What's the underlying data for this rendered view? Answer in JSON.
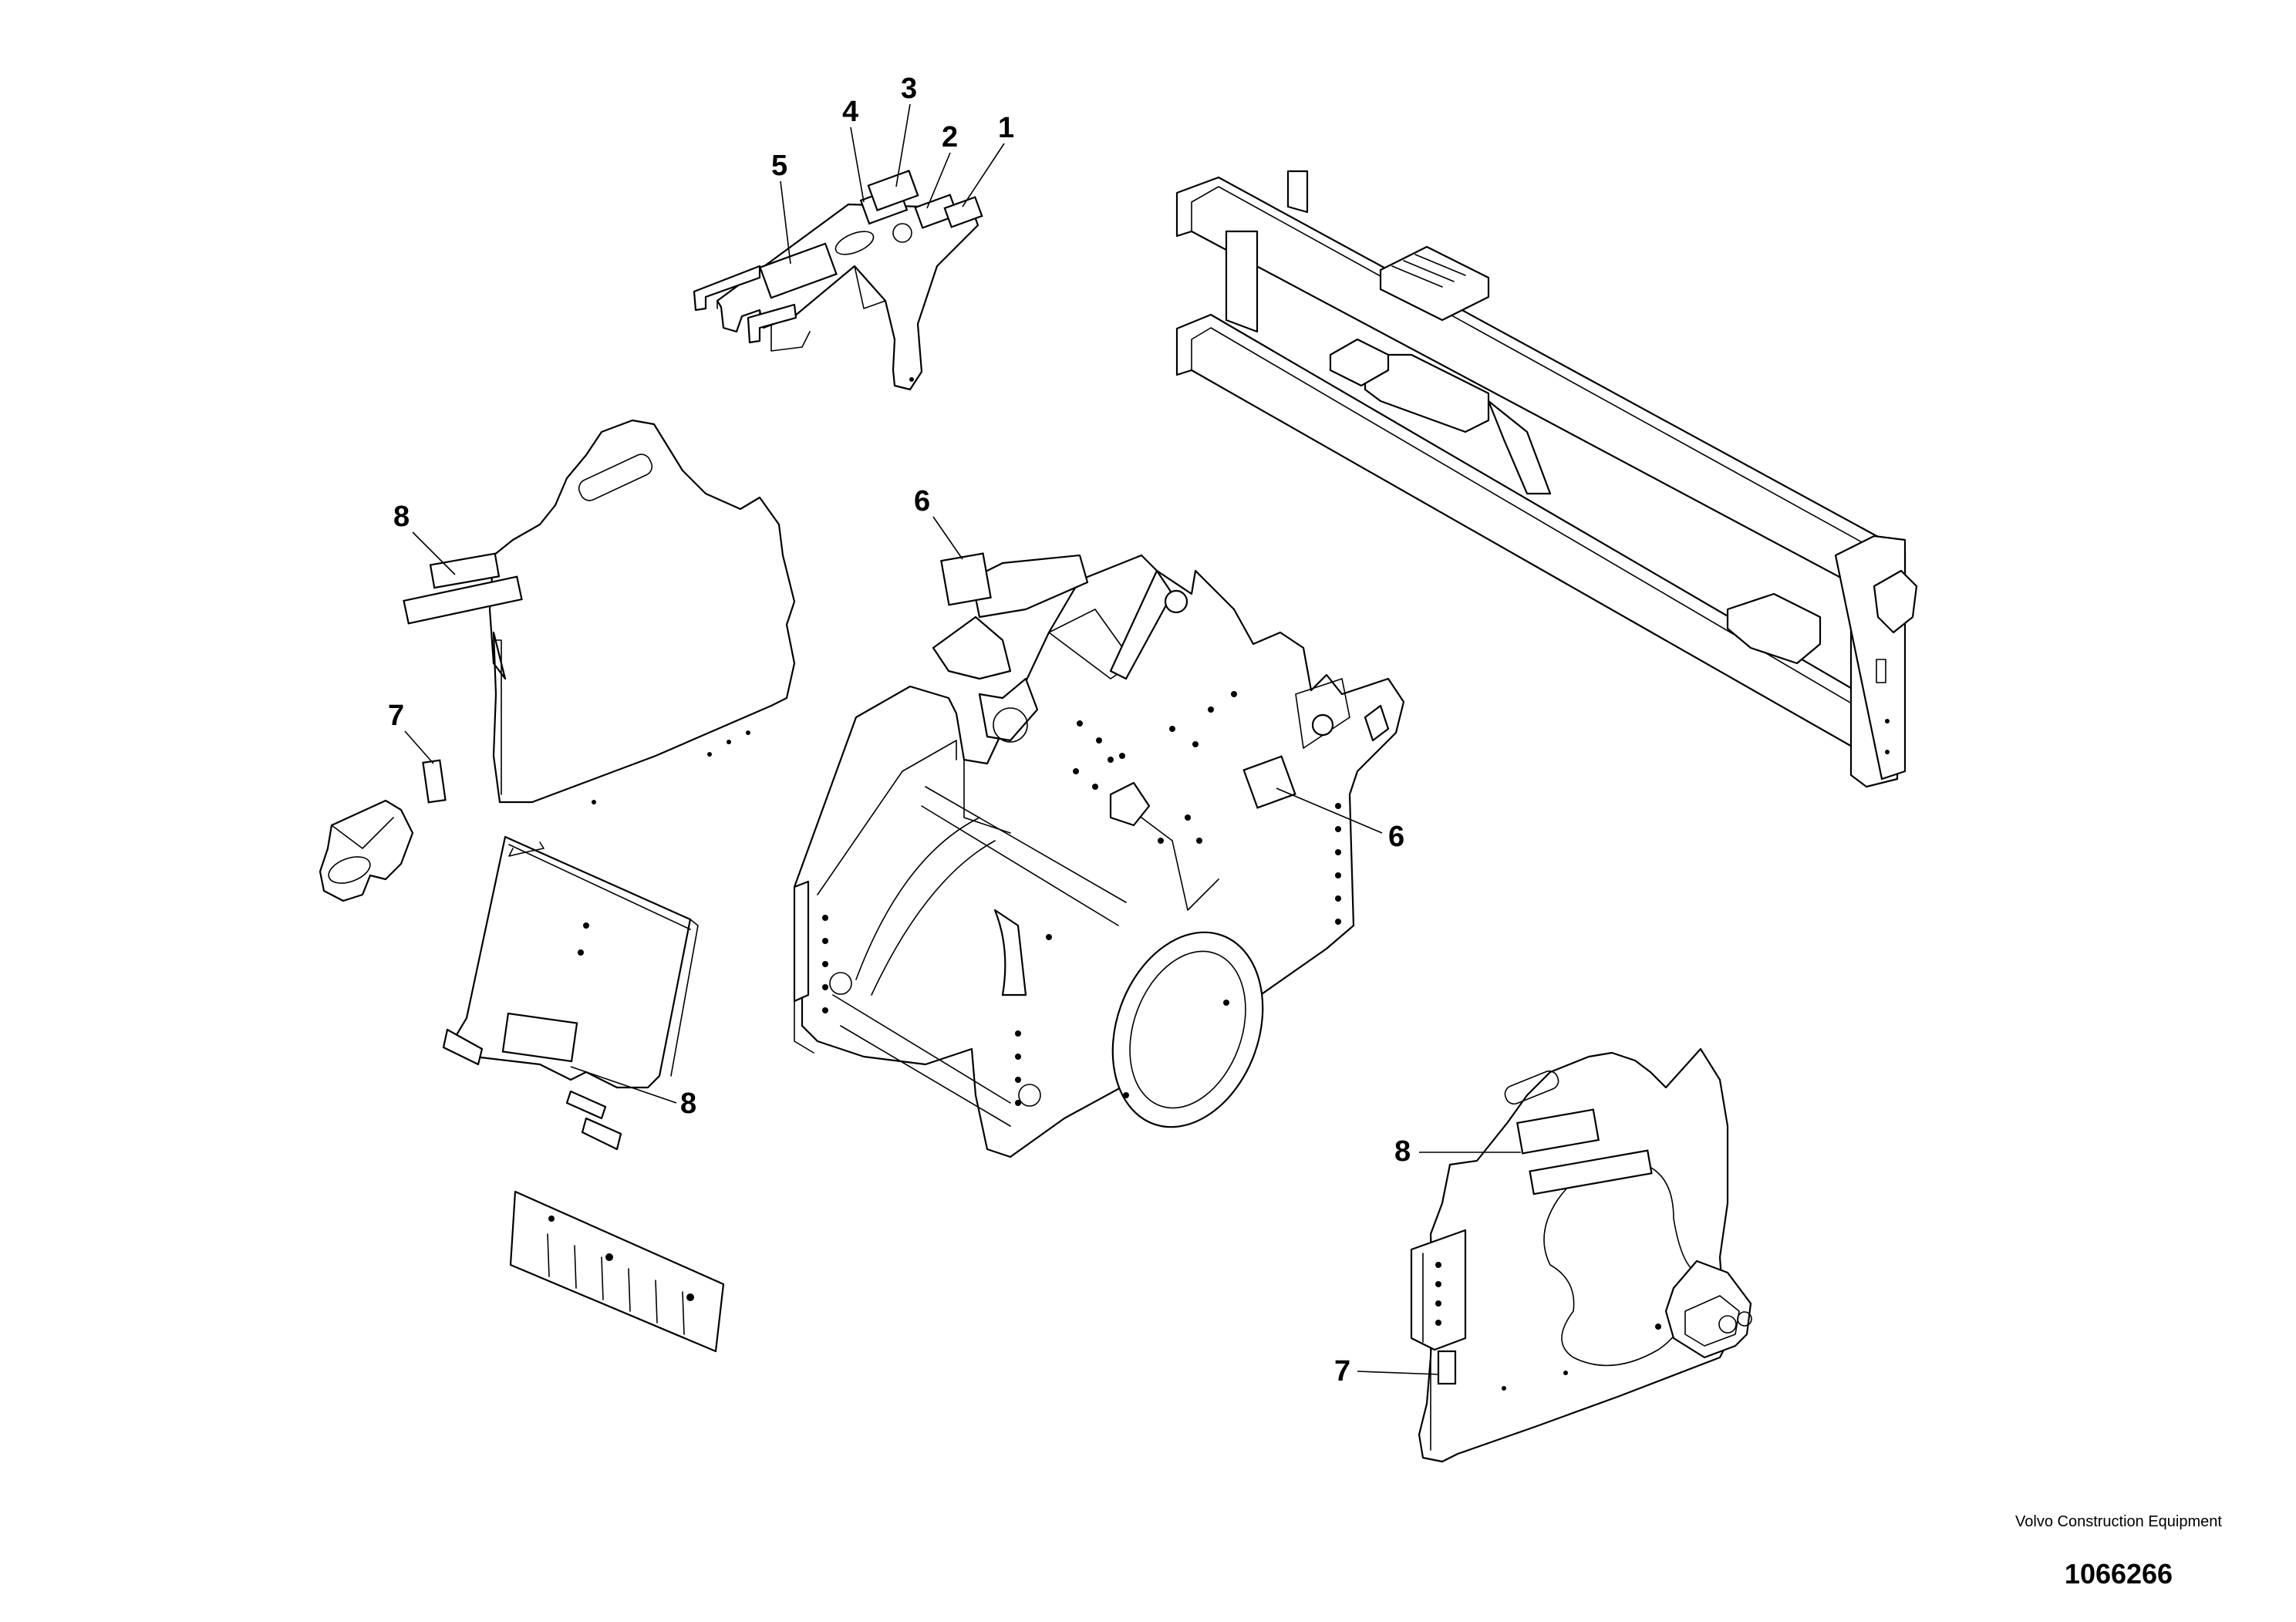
{
  "drawing": {
    "callouts": {
      "c1": "1",
      "c2": "2",
      "c3": "3",
      "c4": "4",
      "c5": "5",
      "c6a": "6",
      "c6b": "6",
      "c7a": "7",
      "c7b": "7",
      "c8a": "8",
      "c8b": "8",
      "c8c": "8"
    }
  },
  "credit": {
    "company": "Volvo Construction Equipment",
    "drawing_number": "1066266"
  }
}
